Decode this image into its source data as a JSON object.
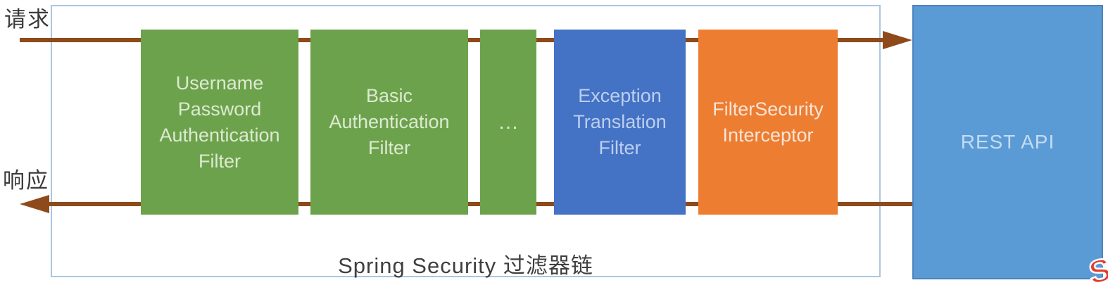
{
  "labels": {
    "request": "请求",
    "response": "响应",
    "chain_title": "Spring Security 过滤器链"
  },
  "chain": {
    "filters": [
      {
        "label": "Username Password Authentication Filter",
        "color": "#6da24c"
      },
      {
        "label": "Basic Authentication Filter",
        "color": "#6da24c"
      },
      {
        "label": "…",
        "color": "#6da24c"
      },
      {
        "label": "Exception Translation Filter",
        "color": "#4472c4"
      },
      {
        "label": "FilterSecurity Interceptor",
        "color": "#ed7d31"
      }
    ]
  },
  "rest_api": {
    "label": "REST API",
    "color": "#5b9bd5"
  },
  "watermark": {
    "text": "S",
    "color": "#e23a2b"
  },
  "colors": {
    "arrow": "#8e4a1b",
    "container_border": "#aac6e0",
    "green_filter": "#6da24c",
    "blue_filter": "#4472c4",
    "orange_filter": "#ed7d31",
    "rest_api_blue": "#5b9bd5",
    "title_text": "#3f3f3f"
  }
}
